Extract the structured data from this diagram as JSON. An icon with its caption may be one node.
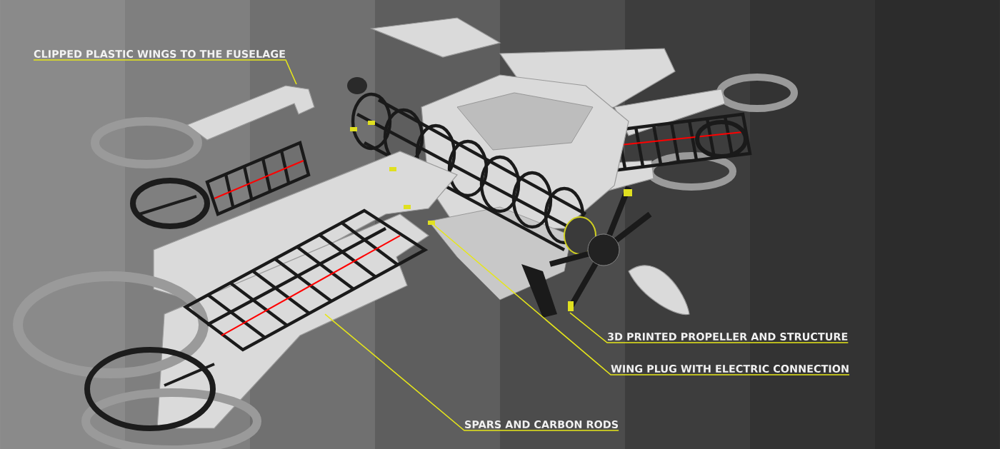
{
  "diagram": {
    "nodes": [
      {
        "text": [
          "CLIPPED PLASTIC WINGS TO THE FUSELAGE"
        ]
      },
      {
        "text": [
          "3D PRINTED PROPELLER AND STRUCTURE"
        ]
      },
      {
        "text": [
          "WING PLUG WITH ELECTRIC CONNECTION"
        ]
      },
      {
        "text": [
          "SPARS AND CARBON RODS"
        ]
      }
    ],
    "edges": [
      {
        "from": 0,
        "to": null,
        "arrow": "none"
      },
      {
        "from": 1,
        "to": null,
        "arrow": "none"
      },
      {
        "from": 2,
        "to": null,
        "arrow": "none"
      },
      {
        "from": 3,
        "to": null,
        "arrow": "none"
      }
    ]
  }
}
